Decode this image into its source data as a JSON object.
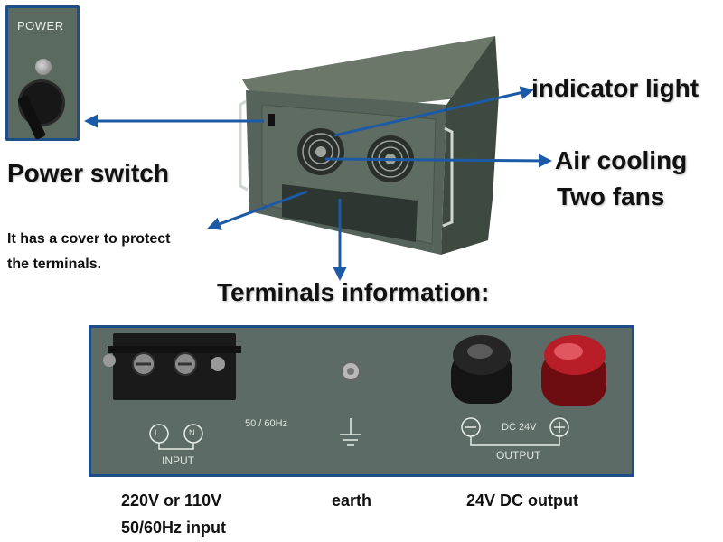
{
  "callouts": {
    "indicator_light": "indicator light",
    "air_cooling": "Air cooling",
    "two_fans": "Two fans",
    "power_switch": "Power switch",
    "cover_line1": "It has a cover to protect",
    "cover_line2": "the terminals.",
    "terminals_info": "Terminals information:"
  },
  "power_inset": {
    "label": "POWER"
  },
  "terminal_panel": {
    "input_label": "INPUT",
    "freq_label": "50 / 60Hz",
    "output_label": "OUTPUT",
    "dc_label": "DC 24V",
    "terminal_l": "L",
    "terminal_n": "N",
    "minus_sign": "−",
    "plus_sign": "+"
  },
  "captions": {
    "input_line1": "220V or 110V",
    "input_line2": "50/60Hz input",
    "earth": "earth",
    "dc_output": "24V DC output"
  },
  "colors": {
    "arrow": "#1c5aa6",
    "panel_border": "#1d4f86",
    "cabinet": "#4f5c52"
  },
  "icons": [
    "power-switch-icon",
    "fan-icon",
    "earth-ground-icon",
    "screw-terminal-icon",
    "binding-post-icon"
  ]
}
